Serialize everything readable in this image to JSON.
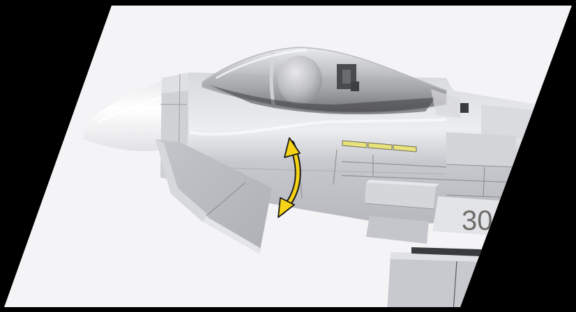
{
  "scene": {
    "description": "Product photo of a brick-built fighter jet model cockpit section with a movable canard",
    "background_color": "#000000",
    "panel_color": "#f4f4f6"
  },
  "model": {
    "body_color": "#c9cbd0",
    "body_highlight": "#e4e5e9",
    "body_shadow": "#a9abb0",
    "nose_color": "#f1f1f3",
    "canopy_frame_color": "#8f9196",
    "seat_color": "#4a4b4e",
    "stripe_color": "#e8e27a",
    "tail_number": "30"
  },
  "annotation": {
    "arrow_icon": "double-headed-curved-arrow",
    "arrow_color": "#f5d316",
    "arrow_outline": "#1a1a1a",
    "meaning": "canard rotates up/down"
  }
}
